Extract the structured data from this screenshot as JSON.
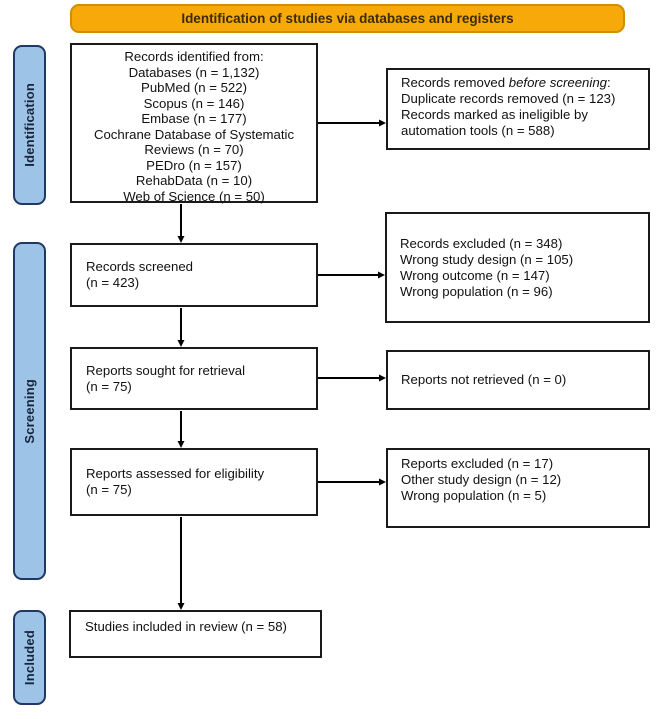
{
  "banner": {
    "title": "Identification of studies via databases and registers"
  },
  "colors": {
    "banner_fill": "#F8A90A",
    "banner_border": "#D18E00",
    "stage_fill": "#9DC3E6",
    "stage_border": "#1F3864",
    "box_border": "#1A1A1A",
    "arrow": "#000000"
  },
  "stages": {
    "identification": {
      "label": "Identification"
    },
    "screening": {
      "label": "Screening"
    },
    "included": {
      "label": "Included"
    }
  },
  "main_boxes": {
    "identified": {
      "lines": [
        "Records identified from:",
        "Databases (n = 1,132)",
        "PubMed (n = 522)",
        "Scopus (n = 146)",
        "Embase (n = 177)",
        "Cochrane Database of Systematic Reviews (n = 70)",
        "PEDro (n = 157)",
        "RehabData (n = 10)",
        "Web of Science (n = 50)"
      ]
    },
    "screened": {
      "lines": [
        "Records screened",
        "(n = 423)"
      ]
    },
    "sought": {
      "lines": [
        "Reports sought for retrieval",
        "(n = 75)"
      ]
    },
    "assessed": {
      "lines": [
        "Reports assessed for eligibility",
        "(n = 75)"
      ]
    },
    "included": {
      "lines": [
        "Studies included in review (n = 58)"
      ]
    }
  },
  "side_boxes": {
    "removed": {
      "line1_prefix": "Records removed ",
      "line1_italic": "before screening",
      "line1_suffix": ":",
      "lines": [
        "Duplicate records removed (n = 123)",
        "Records marked as ineligible by automation tools (n = 588)"
      ]
    },
    "records_excluded": {
      "lines": [
        "Records excluded (n = 348)",
        "Wrong study design (n = 105)",
        "Wrong outcome (n = 147)",
        "Wrong population (n = 96)"
      ]
    },
    "not_retrieved": {
      "lines": [
        "Reports not retrieved (n = 0)"
      ]
    },
    "reports_excluded": {
      "lines": [
        "Reports excluded (n = 17)",
        "Other study design (n = 12)",
        "Wrong population (n = 5)"
      ]
    }
  }
}
